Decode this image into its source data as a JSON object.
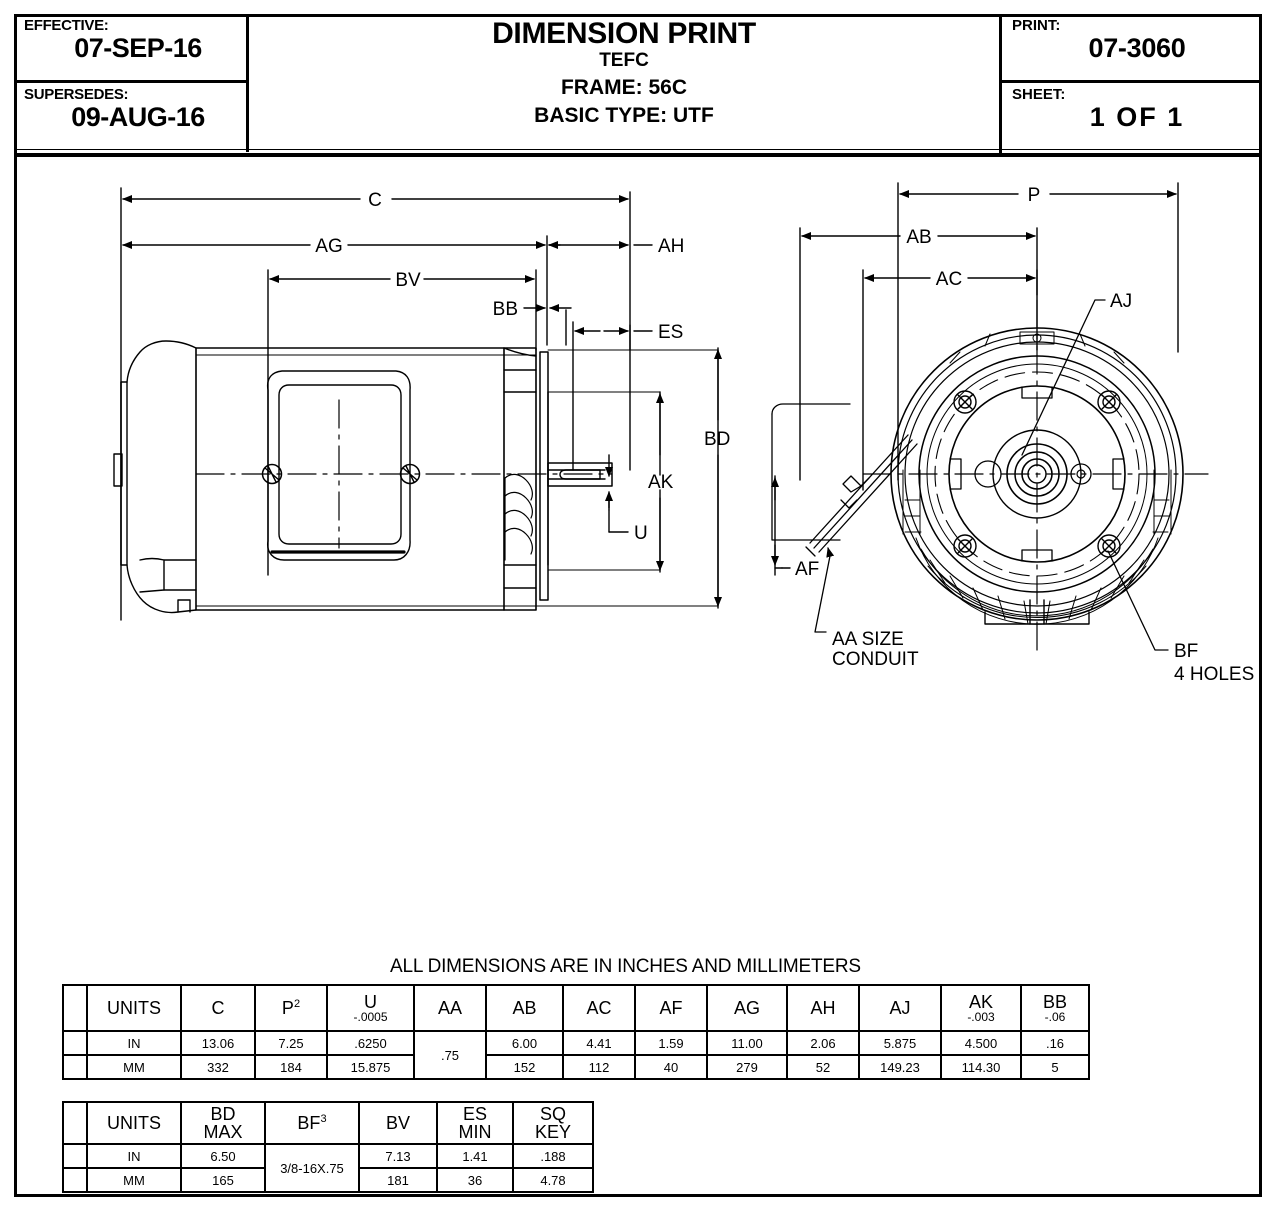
{
  "title_block": {
    "effective_label": "EFFECTIVE:",
    "effective_value": "07-SEP-16",
    "supersedes_label": "SUPERSEDES:",
    "supersedes_value": "09-AUG-16",
    "main_title": "DIMENSION PRINT",
    "subtitle": "TEFC",
    "frame_line": "FRAME: 56C",
    "basic_type_line": "BASIC TYPE:  UTF",
    "print_label": "PRINT:",
    "print_value": "07-3060",
    "sheet_label": "SHEET:",
    "sheet_value": "1  OF  1"
  },
  "note": "ALL DIMENSIONS ARE IN INCHES AND MILLIMETERS",
  "drawing_labels": {
    "side_view": [
      "C",
      "AG",
      "BV",
      "BB",
      "ES",
      "AH",
      "BD",
      "AK",
      "U"
    ],
    "end_view": [
      "P",
      "AB",
      "AC",
      "AJ",
      "AF",
      "BF"
    ],
    "callout_conduit_line1": "AA SIZE",
    "callout_conduit_line2": "CONDUIT",
    "callout_bf_line1": "BF",
    "callout_bf_line2": "4 HOLES",
    "c": "C",
    "ag": "AG",
    "bv": "BV",
    "bb": "BB",
    "es": "ES",
    "ah": "AH",
    "bd": "BD",
    "ak": "AK",
    "u": "U",
    "p": "P",
    "ab": "AB",
    "ac": "AC",
    "aj": "AJ",
    "af": "AF"
  },
  "table1": {
    "headers": [
      {
        "main": "UNITS",
        "sup": "",
        "sub": ""
      },
      {
        "main": "C",
        "sup": "",
        "sub": ""
      },
      {
        "main": "P",
        "sup": "2",
        "sub": ""
      },
      {
        "main": "U",
        "sup": "",
        "sub": "-.0005"
      },
      {
        "main": "AA",
        "sup": "",
        "sub": ""
      },
      {
        "main": "AB",
        "sup": "",
        "sub": ""
      },
      {
        "main": "AC",
        "sup": "",
        "sub": ""
      },
      {
        "main": "AF",
        "sup": "",
        "sub": ""
      },
      {
        "main": "AG",
        "sup": "",
        "sub": ""
      },
      {
        "main": "AH",
        "sup": "",
        "sub": ""
      },
      {
        "main": "AJ",
        "sup": "",
        "sub": ""
      },
      {
        "main": "AK",
        "sup": "",
        "sub": "-.003"
      },
      {
        "main": "BB",
        "sup": "",
        "sub": "-.06"
      }
    ],
    "rows": [
      {
        "units": "IN",
        "C": "13.06",
        "P": "7.25",
        "U": ".6250",
        "AB": "6.00",
        "AC": "4.41",
        "AF": "1.59",
        "AG": "11.00",
        "AH": "2.06",
        "AJ": "5.875",
        "AK": "4.500",
        "BB": ".16"
      },
      {
        "units": "MM",
        "C": "332",
        "P": "184",
        "U": "15.875",
        "AB": "152",
        "AC": "112",
        "AF": "40",
        "AG": "279",
        "AH": "52",
        "AJ": "149.23",
        "AK": "114.30",
        "BB": "5"
      }
    ],
    "merged": {
      "AA": ".75"
    }
  },
  "table2": {
    "headers": [
      {
        "main": "UNITS",
        "sup": "",
        "line2": ""
      },
      {
        "main": "BD",
        "sup": "",
        "line2": "MAX"
      },
      {
        "main": "BF",
        "sup": "3",
        "line2": ""
      },
      {
        "main": "BV",
        "sup": "",
        "line2": ""
      },
      {
        "main": "ES",
        "sup": "",
        "line2": "MIN"
      },
      {
        "main": "SQ",
        "sup": "",
        "line2": "KEY"
      }
    ],
    "rows": [
      {
        "units": "IN",
        "BD": "6.50",
        "BV": "7.13",
        "ES": "1.41",
        "SQ": ".188"
      },
      {
        "units": "MM",
        "BD": "165",
        "BV": "181",
        "ES": "36",
        "SQ": "4.78"
      }
    ],
    "merged": {
      "BF": "3/8-16X.75"
    }
  }
}
